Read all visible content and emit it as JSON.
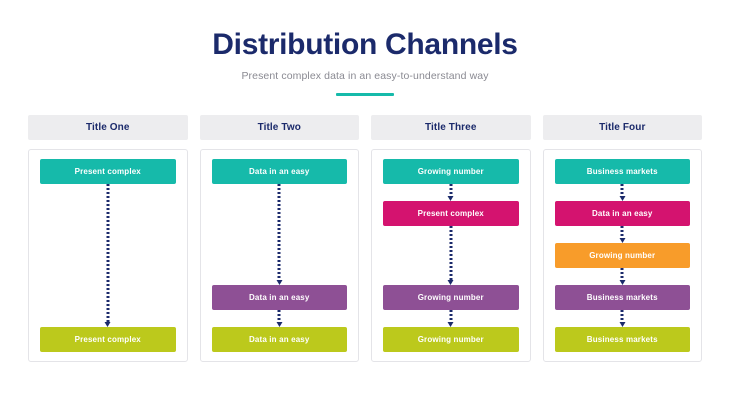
{
  "header": {
    "title": "Distribution Channels",
    "subtitle": "Present complex data in an easy-to-understand way",
    "accent_color": "#16BAAA",
    "title_color": "#1B2A6B",
    "subtitle_color": "#8A8A92"
  },
  "palette": {
    "teal": "#16BAAA",
    "magenta": "#D4136F",
    "orange": "#F89C2A",
    "purple": "#8E5095",
    "olive": "#BCC91C",
    "navy": "#1B2A6B",
    "header_gray": "#EDEDEF",
    "card_border": "#E4E4E8"
  },
  "columns": [
    {
      "title": "Title One",
      "slots": [
        {
          "label": "Present complex",
          "color": "#16BAAA"
        },
        null,
        null,
        null,
        {
          "label": "Present complex",
          "color": "#BCC91C"
        }
      ]
    },
    {
      "title": "Title Two",
      "slots": [
        {
          "label": "Data in an easy",
          "color": "#16BAAA"
        },
        null,
        null,
        {
          "label": "Data in an easy",
          "color": "#8E5095"
        },
        {
          "label": "Data in an easy",
          "color": "#BCC91C"
        }
      ]
    },
    {
      "title": "Title Three",
      "slots": [
        {
          "label": "Growing number",
          "color": "#16BAAA"
        },
        {
          "label": "Present complex",
          "color": "#D4136F"
        },
        null,
        {
          "label": "Growing number",
          "color": "#8E5095"
        },
        {
          "label": "Growing number",
          "color": "#BCC91C"
        }
      ]
    },
    {
      "title": "Title Four",
      "slots": [
        {
          "label": "Business markets",
          "color": "#16BAAA"
        },
        {
          "label": "Data in an easy",
          "color": "#D4136F"
        },
        {
          "label": "Growing number",
          "color": "#F89C2A"
        },
        {
          "label": "Business markets",
          "color": "#8E5095"
        },
        {
          "label": "Business markets",
          "color": "#BCC91C"
        }
      ]
    }
  ]
}
